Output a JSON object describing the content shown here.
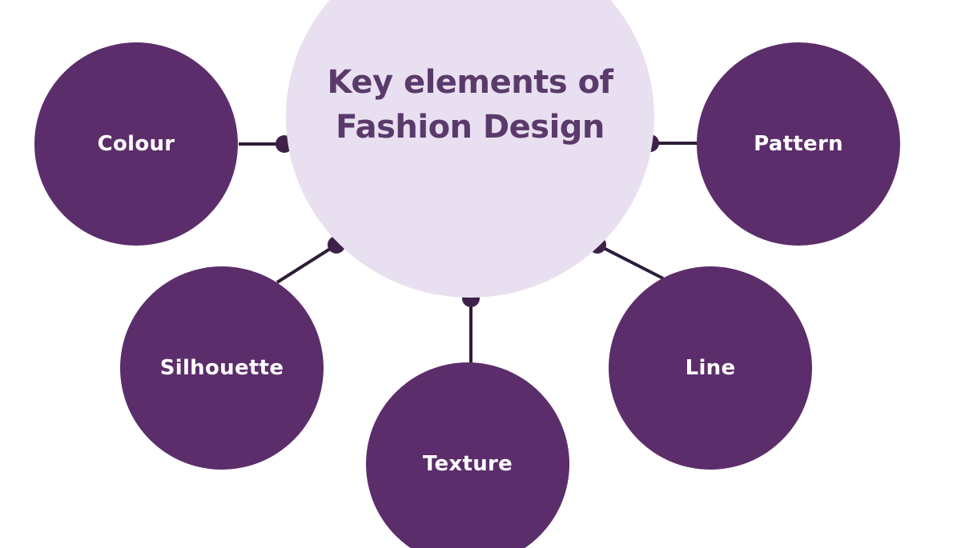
{
  "colors": {
    "background": "#ffffff",
    "hub_fill": "#e8dff0",
    "hub_text": "#5a3a6b",
    "node_fill": "#5c2d6b",
    "node_text": "#ffffff",
    "connector": "#2e1d36",
    "dot": "#3d2148"
  },
  "hub": {
    "title_line1": "Key elements of",
    "title_line2": "Fashion Design"
  },
  "nodes": {
    "colour": {
      "label": "Colour"
    },
    "pattern": {
      "label": "Pattern"
    },
    "silhouette": {
      "label": "Silhouette"
    },
    "line": {
      "label": "Line"
    },
    "texture": {
      "label": "Texture"
    }
  }
}
